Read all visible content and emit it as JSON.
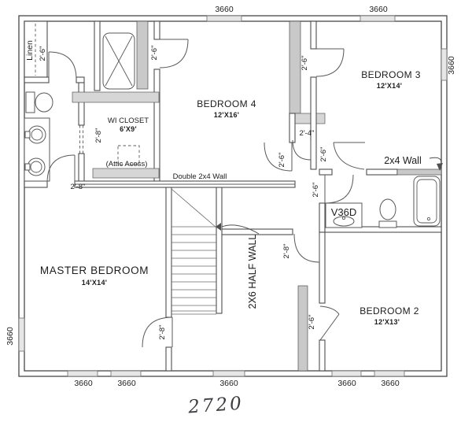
{
  "plan": {
    "rooms": {
      "master": {
        "name": "MASTER BEDROOM",
        "size": "14'X14'"
      },
      "bedroom2": {
        "name": "BEDROOM 2",
        "size": "12'X13'"
      },
      "bedroom3": {
        "name": "BEDROOM 3",
        "size": "12'X14'"
      },
      "bedroom4": {
        "name": "BEDROOM 4",
        "size": "12'X16'"
      },
      "wi_closet": {
        "name": "WI CLOSET",
        "size": "6'X9'"
      },
      "attic": "(Attic Acess)",
      "linen": "Linen"
    },
    "walls": {
      "double_2x4": "Double 2x4 Wall",
      "wall_2x4": "2x4 Wall",
      "half_2x6": "2X6 HALF WALL"
    },
    "fixtures": {
      "vanity": "V36D"
    },
    "dims": {
      "win": "3660",
      "d24": "2'-4\"",
      "d26": "2'-6\"",
      "d28": "2'-8\""
    },
    "note": "2720"
  }
}
